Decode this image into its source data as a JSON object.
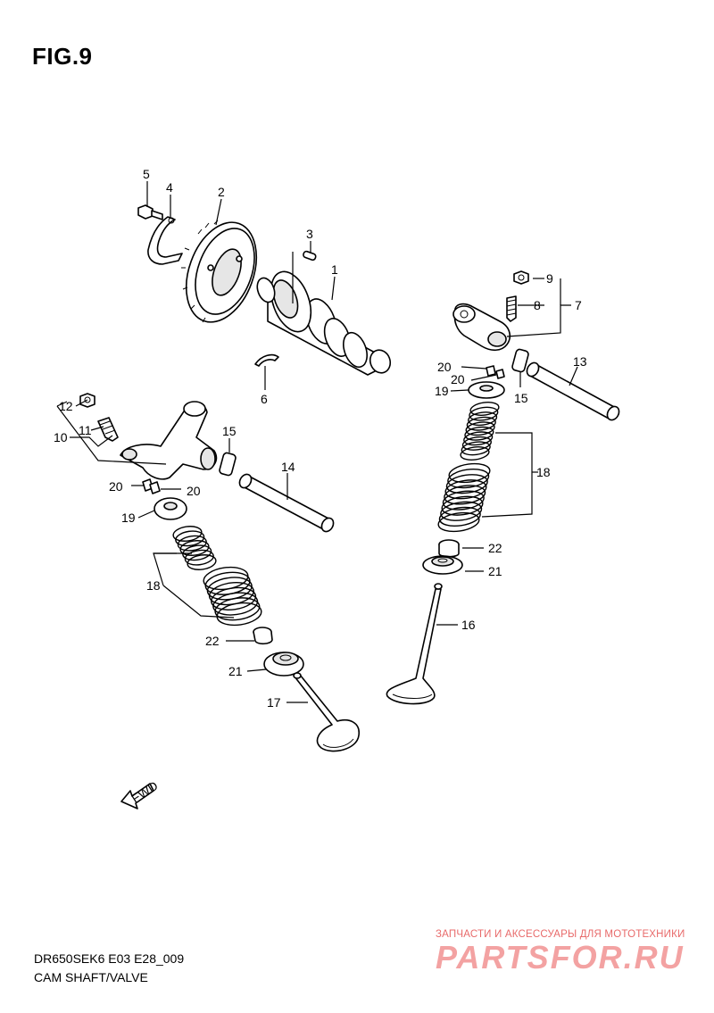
{
  "figure": {
    "title": "FIG.9",
    "model_code": "DR650SEK6 E03 E28_009",
    "section_name": "CAM SHAFT/VALVE",
    "fwd_label": "FWD"
  },
  "watermark": {
    "tagline": "ЗАПЧАСТИ И АКСЕССУАРЫ ДЛЯ МОТОТЕХНИКИ",
    "logo": "PARTSFOR.RU"
  },
  "callouts": [
    {
      "id": "c1",
      "label": "1"
    },
    {
      "id": "c2",
      "label": "2"
    },
    {
      "id": "c3",
      "label": "3"
    },
    {
      "id": "c4",
      "label": "4"
    },
    {
      "id": "c5",
      "label": "5"
    },
    {
      "id": "c6",
      "label": "6"
    },
    {
      "id": "c7",
      "label": "7"
    },
    {
      "id": "c8",
      "label": "8"
    },
    {
      "id": "c9",
      "label": "9"
    },
    {
      "id": "c10",
      "label": "10"
    },
    {
      "id": "c11",
      "label": "11"
    },
    {
      "id": "c12",
      "label": "12"
    },
    {
      "id": "c13",
      "label": "13"
    },
    {
      "id": "c14",
      "label": "14"
    },
    {
      "id": "c15a",
      "label": "15"
    },
    {
      "id": "c15b",
      "label": "15"
    },
    {
      "id": "c16",
      "label": "16"
    },
    {
      "id": "c17",
      "label": "17"
    },
    {
      "id": "c18a",
      "label": "18"
    },
    {
      "id": "c18b",
      "label": "18"
    },
    {
      "id": "c19a",
      "label": "19"
    },
    {
      "id": "c19b",
      "label": "19"
    },
    {
      "id": "c20a",
      "label": "20"
    },
    {
      "id": "c20b",
      "label": "20"
    },
    {
      "id": "c20c",
      "label": "20"
    },
    {
      "id": "c20d",
      "label": "20"
    },
    {
      "id": "c21a",
      "label": "21"
    },
    {
      "id": "c21b",
      "label": "21"
    },
    {
      "id": "c22a",
      "label": "22"
    },
    {
      "id": "c22b",
      "label": "22"
    }
  ]
}
